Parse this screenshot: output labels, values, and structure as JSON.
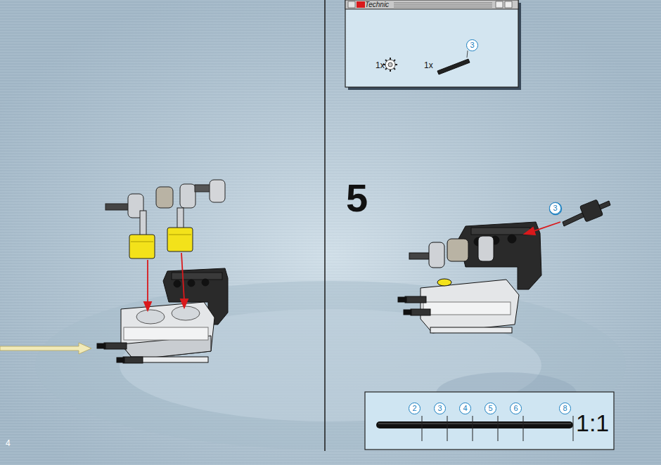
{
  "diagram": {
    "nodes": [
      {
        "text": [
          "Technic",
          "1x",
          "1x",
          "3"
        ]
      },
      {
        "text": [
          "2",
          "3",
          "4",
          "5",
          "6",
          "8",
          "1:1"
        ]
      }
    ],
    "labels": [
      "4",
      "5",
      "3"
    ]
  }
}
